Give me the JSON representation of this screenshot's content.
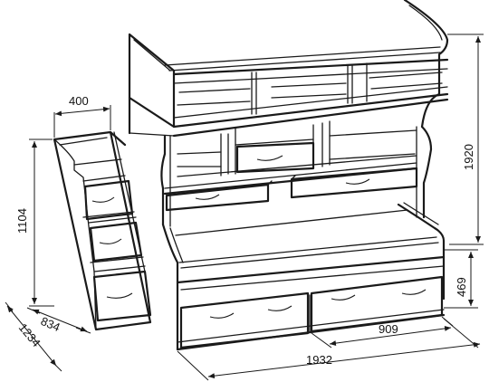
{
  "dimensions": {
    "stair_width": "400",
    "stair_height": "1104",
    "stair_depth": "834",
    "overall_depth": "1234",
    "overall_length": "1932",
    "drawer_width": "909",
    "lower_bed_height": "469",
    "overall_height": "1920"
  },
  "colors": {
    "line": "#1a1a1a",
    "background": "#ffffff"
  }
}
